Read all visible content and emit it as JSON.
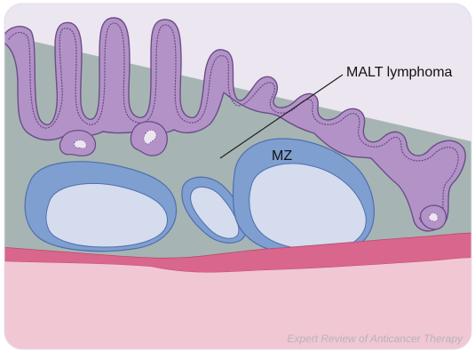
{
  "labels": {
    "malt_lymphoma": "MALT lymphoma",
    "mz": "MZ"
  },
  "credit": "Expert Review of Anticancer Therapy",
  "colors": {
    "background": "#ece6f0",
    "lamina": "#a6b5b3",
    "epithelium_fill": "#b393c7",
    "epithelium_edge": "#6a4d88",
    "muscularis": "#d9668c",
    "submucosa": "#f1c7d4",
    "follicle_outer": "#7f9fd0",
    "follicle_inner": "#d4dcee",
    "follicle_edge": "#4f6fae",
    "credit_text": "#b5b5b5"
  }
}
